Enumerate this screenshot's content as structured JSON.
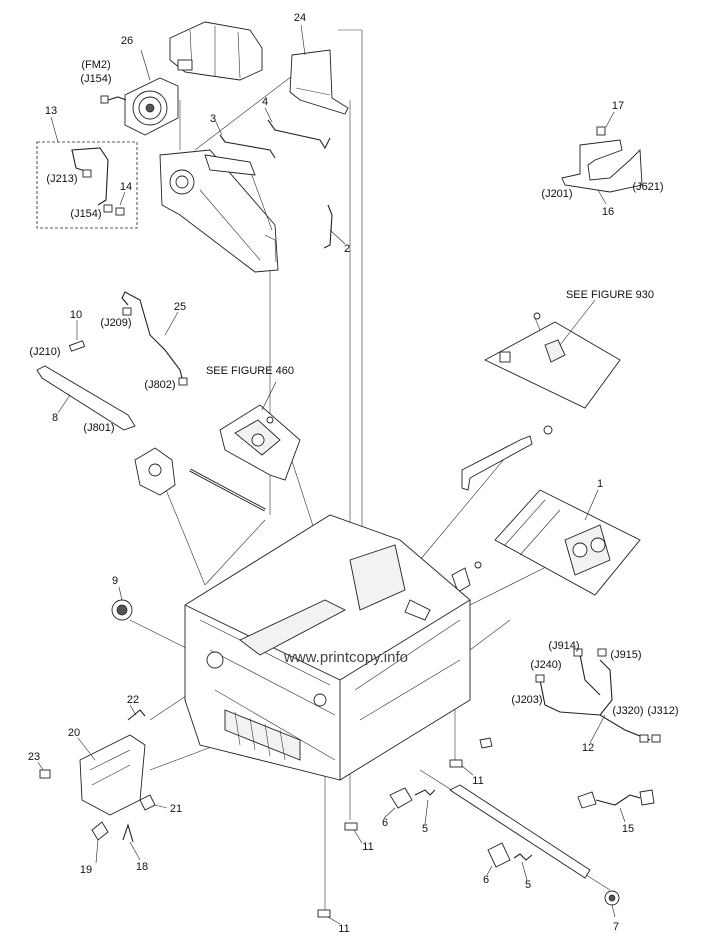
{
  "callouts": [
    {
      "id": "c1",
      "text": "1"
    },
    {
      "id": "c2",
      "text": "2"
    },
    {
      "id": "c3",
      "text": "3"
    },
    {
      "id": "c4",
      "text": "4"
    },
    {
      "id": "c5a",
      "text": "5"
    },
    {
      "id": "c5b",
      "text": "5"
    },
    {
      "id": "c6a",
      "text": "6"
    },
    {
      "id": "c6b",
      "text": "6"
    },
    {
      "id": "c7",
      "text": "7"
    },
    {
      "id": "c8",
      "text": "8"
    },
    {
      "id": "c9",
      "text": "9"
    },
    {
      "id": "c10",
      "text": "10"
    },
    {
      "id": "c11a",
      "text": "11"
    },
    {
      "id": "c11b",
      "text": "11"
    },
    {
      "id": "c11c",
      "text": "11"
    },
    {
      "id": "c12",
      "text": "12"
    },
    {
      "id": "c13",
      "text": "13"
    },
    {
      "id": "c14",
      "text": "14"
    },
    {
      "id": "c15",
      "text": "15"
    },
    {
      "id": "c16",
      "text": "16"
    },
    {
      "id": "c17",
      "text": "17"
    },
    {
      "id": "c18",
      "text": "18"
    },
    {
      "id": "c19",
      "text": "19"
    },
    {
      "id": "c20",
      "text": "20"
    },
    {
      "id": "c21",
      "text": "21"
    },
    {
      "id": "c22",
      "text": "22"
    },
    {
      "id": "c23",
      "text": "23"
    },
    {
      "id": "c24",
      "text": "24"
    },
    {
      "id": "c25",
      "text": "25"
    },
    {
      "id": "c26",
      "text": "26"
    }
  ],
  "connectors": [
    {
      "id": "fm2",
      "text": "(FM2)"
    },
    {
      "id": "j154a",
      "text": "(J154)"
    },
    {
      "id": "j213",
      "text": "(J213)"
    },
    {
      "id": "j154b",
      "text": "(J154)"
    },
    {
      "id": "j201",
      "text": "(J201)"
    },
    {
      "id": "j621",
      "text": "(J621)"
    },
    {
      "id": "j209",
      "text": "(J209)"
    },
    {
      "id": "j210",
      "text": "(J210)"
    },
    {
      "id": "j802",
      "text": "(J802)"
    },
    {
      "id": "j801",
      "text": "(J801)"
    },
    {
      "id": "j914",
      "text": "(J914)"
    },
    {
      "id": "j915",
      "text": "(J915)"
    },
    {
      "id": "j240",
      "text": "(J240)"
    },
    {
      "id": "j203",
      "text": "(J203)"
    },
    {
      "id": "j320",
      "text": "(J320)"
    },
    {
      "id": "j312",
      "text": "(J312)"
    }
  ],
  "notes": {
    "see_fig_930": "SEE FIGURE 930",
    "see_fig_460": "SEE FIGURE 460"
  },
  "watermark": "www.printcopy.info"
}
